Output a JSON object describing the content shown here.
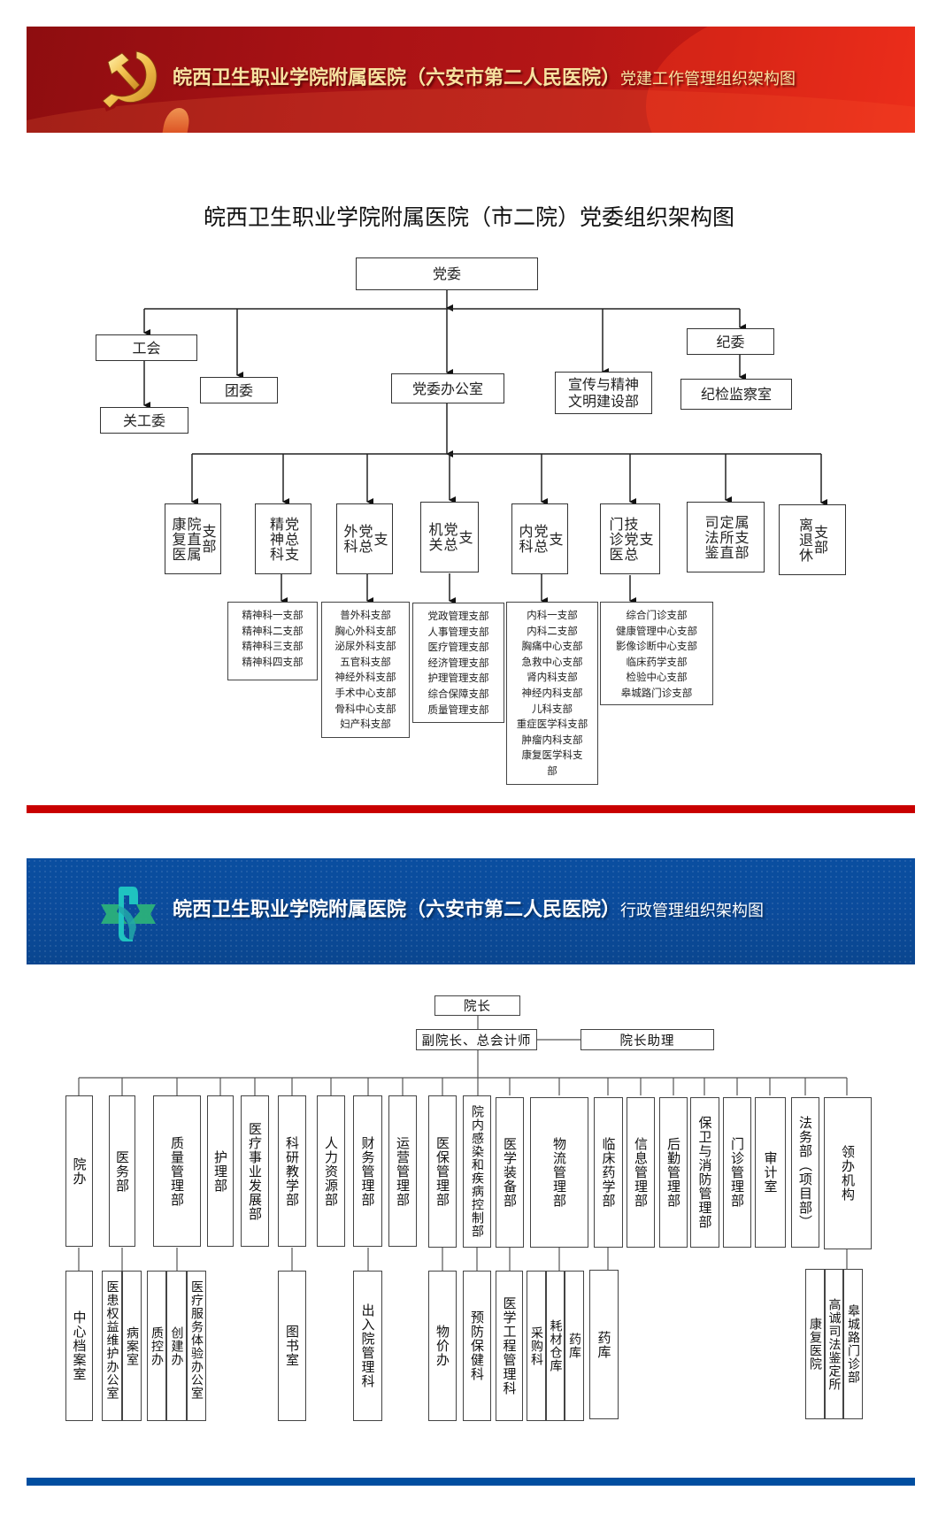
{
  "banners": {
    "party": {
      "title_main": "皖西卫生职业学院附属医院（六安市第二人民医院）",
      "title_suffix": "党建工作管理组织架构图",
      "icon": "party-emblem-icon",
      "colors": {
        "background": "#b01414",
        "text": "#f7e2a0"
      }
    },
    "admin": {
      "title_main": "皖西卫生职业学院附属医院（六安市第二人民医院）",
      "title_suffix": "行政管理组织架构图",
      "icon": "medical-cross-icon",
      "colors": {
        "background": "#0b4b9b",
        "text": "#ffffff"
      }
    }
  },
  "dividers": {
    "red": "#c90000",
    "blue": "#004ea0"
  },
  "party_chart": {
    "title": "皖西卫生职业学院附属医院（市二院）党委组织架构图",
    "root": "党委",
    "level1": {
      "union": "工会",
      "union_child": "关工委",
      "youth": "团委",
      "office": "党委办公室",
      "propaganda": "宣传与精神文明建设部",
      "discipline": "纪委",
      "discipline_child": "纪检监察室"
    },
    "branches": [
      {
        "name": "康复医院直属支部",
        "children": []
      },
      {
        "name": "精神科党总支",
        "children": [
          "精神科一支部",
          "精神科二支部",
          "精神科三支部",
          "精神科四支部"
        ]
      },
      {
        "name": "外科党总支",
        "children": [
          "普外科支部",
          "胸心外科支部",
          "泌尿外科支部",
          "五官科支部",
          "神经外科支部",
          "手术中心支部",
          "骨科中心支部",
          "妇产科支部"
        ]
      },
      {
        "name": "机关党总支",
        "children": [
          "党政管理支部",
          "人事管理支部",
          "医疗管理支部",
          "经济管理支部",
          "护理管理支部",
          "综合保障支部",
          "质量管理支部"
        ]
      },
      {
        "name": "内科党总支",
        "children": [
          "内科一支部",
          "内科二支部",
          "胸痛中心支部",
          "急救中心支部",
          "肾内科支部",
          "神经内科支部",
          "儿科支部",
          "重症医学科支部",
          "肿瘤内科支部",
          "康复医学科支",
          "部"
        ]
      },
      {
        "name": "门诊医技党总支",
        "children": [
          "综合门诊支部",
          "健康管理中心支部",
          "影像诊断中心支部",
          "临床药学支部",
          "检验中心支部",
          "皋城路门诊支部"
        ]
      },
      {
        "name": "司法鉴定所直属支部",
        "children": []
      },
      {
        "name": "离退休支部",
        "children": []
      }
    ]
  },
  "admin_chart": {
    "root": "院长",
    "deputy": "副院长、总会计师",
    "assistant": "院长助理",
    "departments": [
      {
        "name": "院办",
        "children": [
          "中心档案室"
        ]
      },
      {
        "name": "医务部",
        "children": [
          "医患权益维护办公室",
          "病案室"
        ]
      },
      {
        "name": "质量管理部",
        "children": [
          "质控办",
          "创建办",
          "医疗服务体验办公室"
        ]
      },
      {
        "name": "护理部",
        "children": []
      },
      {
        "name": "医疗事业发展部",
        "children": []
      },
      {
        "name": "科研教学部",
        "children": [
          "图书室"
        ]
      },
      {
        "name": "人力资源部",
        "children": []
      },
      {
        "name": "财务管理部",
        "children": [
          "出入院管理科"
        ]
      },
      {
        "name": "运营管理部",
        "children": []
      },
      {
        "name": "医保管理部",
        "children": [
          "物价办"
        ]
      },
      {
        "name": "院内感染和疾病控制部",
        "children": [
          "预防保健科"
        ]
      },
      {
        "name": "医学装备部",
        "children": [
          "医学工程管理科"
        ]
      },
      {
        "name": "物流管理部",
        "children": [
          "采购科",
          "耗材仓库",
          "药库"
        ]
      },
      {
        "name": "临床药学部",
        "children": [
          "药库"
        ]
      },
      {
        "name": "信息管理部",
        "children": []
      },
      {
        "name": "后勤管理部",
        "children": []
      },
      {
        "name": "保卫与消防管理部",
        "children": []
      },
      {
        "name": "门诊管理部",
        "children": []
      },
      {
        "name": "审计室",
        "children": []
      },
      {
        "name": "法务部（项目部）",
        "children": []
      },
      {
        "name": "领办机构",
        "children": [
          "康复医院",
          "高诚司法鉴定所",
          "皋城路门诊部"
        ]
      }
    ]
  }
}
